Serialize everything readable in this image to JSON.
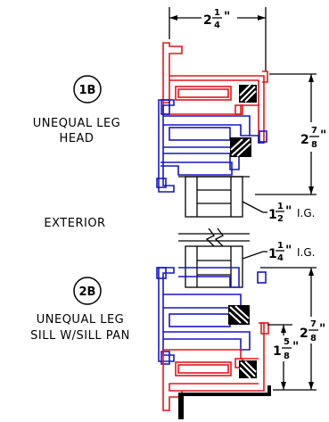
{
  "details": [
    {
      "id": "1B",
      "label_lines": [
        "UNEQUAL LEG",
        "HEAD"
      ]
    },
    {
      "id": "2B",
      "label_lines": [
        "UNEQUAL LEG",
        "SILL W/SILL PAN"
      ]
    }
  ],
  "exterior_label": "EXTERIOR",
  "dimensions": {
    "top_width": {
      "whole": "2",
      "num": "1",
      "den": "4",
      "unit": "\""
    },
    "head_height": {
      "whole": "2",
      "num": "7",
      "den": "8",
      "unit": "\""
    },
    "glass_upper": {
      "whole": "1",
      "num": "1",
      "den": "2",
      "unit": "\"",
      "suffix": "I.G."
    },
    "glass_lower": {
      "whole": "1",
      "num": "1",
      "den": "4",
      "unit": "\"",
      "suffix": "I.G."
    },
    "sill_height": {
      "whole": "2",
      "num": "7",
      "den": "8",
      "unit": "\""
    },
    "sill_pan": {
      "whole": "1",
      "num": "5",
      "den": "8",
      "unit": "\""
    }
  },
  "colors": {
    "interior_frame": "#e8141a",
    "exterior_frame": "#1717c8",
    "lines": "#000000"
  }
}
